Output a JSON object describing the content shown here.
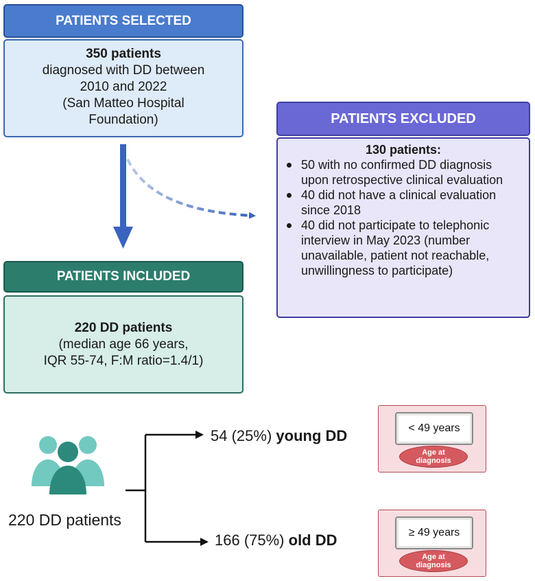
{
  "selected": {
    "header": "PATIENTS SELECTED",
    "count": "350 patients",
    "lines": [
      "diagnosed with DD between",
      "2010 and 2022",
      "(San Matteo Hospital",
      "Foundation)"
    ]
  },
  "excluded": {
    "header": "PATIENTS EXCLUDED",
    "count": "130 patients:",
    "items": [
      "50 with no confirmed DD diagnosis upon retrospective clinical evaluation",
      "40 did not have a clinical evaluation since 2018",
      "40 did not participate to telephonic interview in May 2023 (number unavailable, patient not reachable, unwillingness to participate)"
    ]
  },
  "included": {
    "header": "PATIENTS INCLUDED",
    "count": "220 DD patients",
    "lines": [
      "(median age 66 years,",
      "IQR 55-74, F:M ratio=1.4/1)"
    ]
  },
  "groups": {
    "total_label": "220 DD patients",
    "young": {
      "count": "54 (25%) ",
      "label": "young DD",
      "age": "< 49 years",
      "badge_line1": "Age at",
      "badge_line2": "diagnosis"
    },
    "old": {
      "count": "166 (75%) ",
      "label": "old DD",
      "age": "≥ 49 years",
      "badge_line1": "Age at",
      "badge_line2": "diagnosis"
    }
  },
  "colors": {
    "selected": "#4a7ccd",
    "excluded": "#6a68d5",
    "included": "#2d7d6d",
    "arrow": "#3a64bd",
    "people": "#2c8a7d",
    "badge": "#d55a5f"
  },
  "icons": [
    "people-group-icon",
    "down-arrow-icon",
    "dashed-curved-arrow-icon",
    "branch-arrow-icon"
  ]
}
